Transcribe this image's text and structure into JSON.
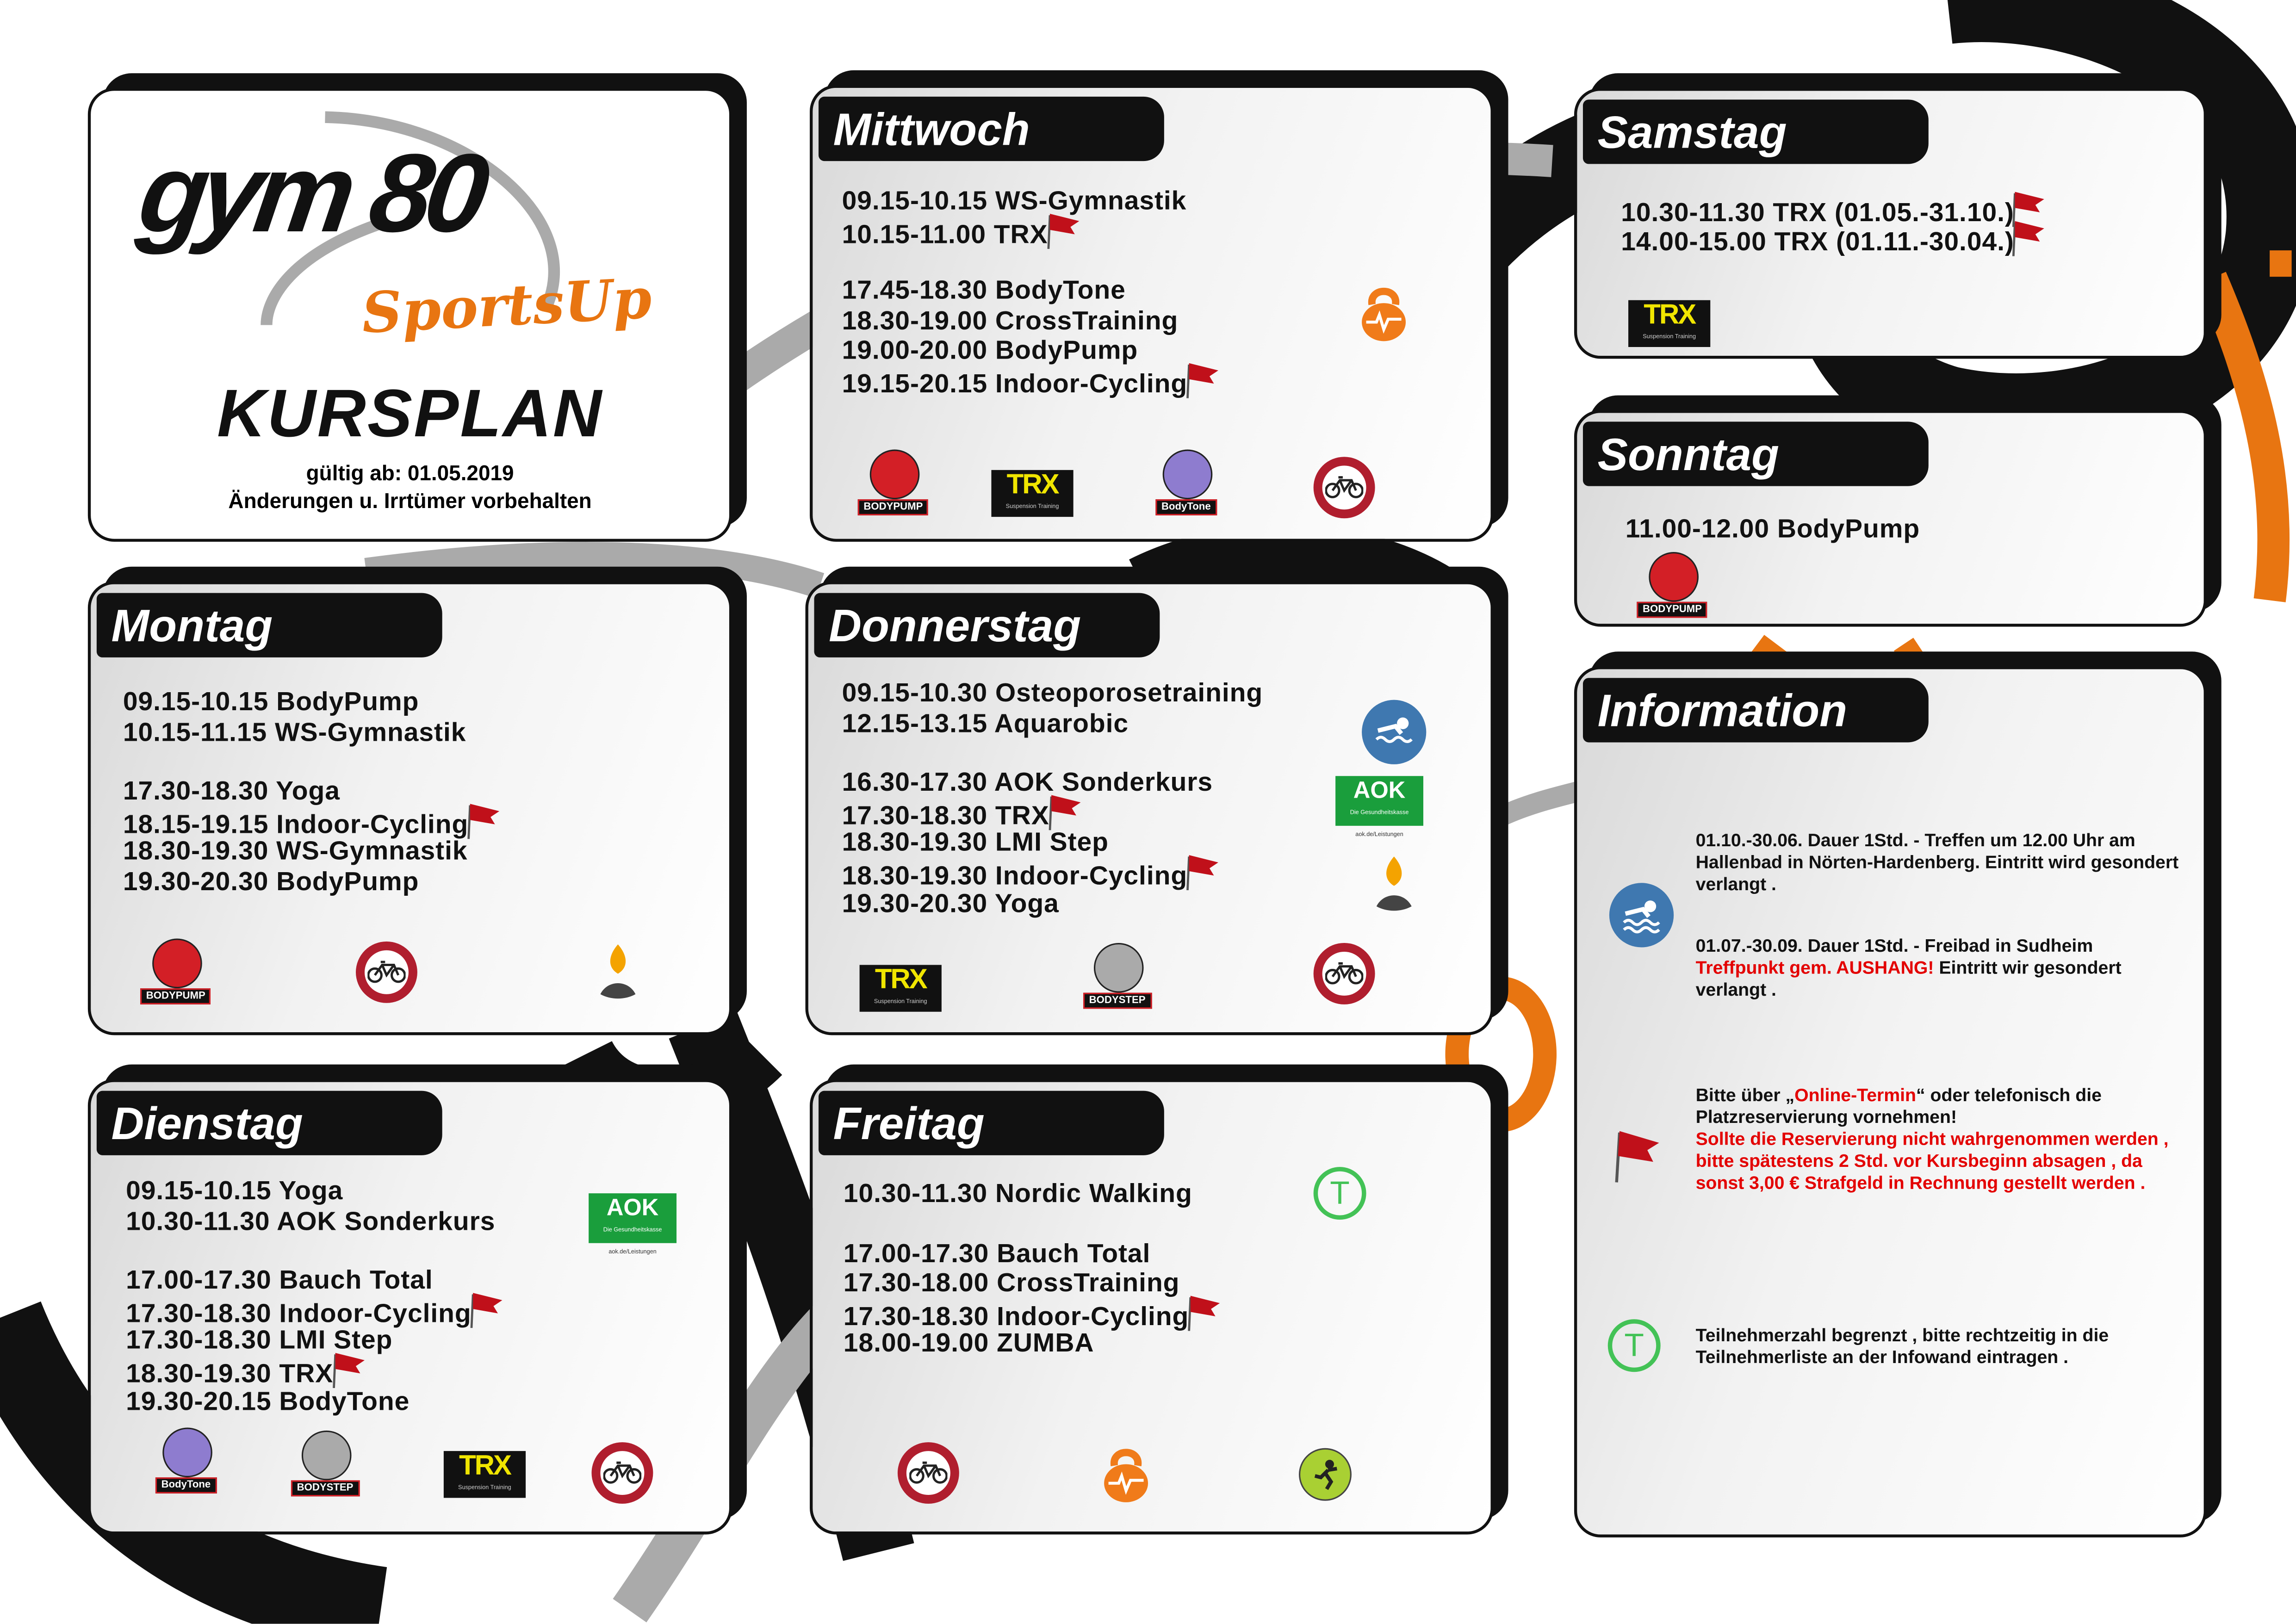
{
  "logo": {
    "brand": "gym 80",
    "sub": "SportsUp"
  },
  "header": {
    "title": "KURSPLAN",
    "valid": "gültig ab: 01.05.2019",
    "disclaimer": "Änderungen u. Irrtümer vorbehalten"
  },
  "badges": {
    "bodypump": "BODYPUMP",
    "trx": "TRX",
    "trx_sub": "Suspension Training",
    "bodytone": "BodyTone",
    "bodystep": "BODYSTEP",
    "aok": "AOK",
    "aok_sub": "Die Gesundheitskasse",
    "aok_link": "aok.de/Leistungen",
    "tee": "T"
  },
  "days": {
    "mittwoch": {
      "title": "Mittwoch",
      "lines": [
        {
          "t": "09.15-10.15 WS-Gymnastik"
        },
        {
          "t": "10.15-11.00 TRX",
          "flag": true
        },
        {
          "t": ""
        },
        {
          "t": "17.45-18.30 BodyTone"
        },
        {
          "t": "18.30-19.00 CrossTraining"
        },
        {
          "t": "19.00-20.00 BodyPump"
        },
        {
          "t": "19.15-20.15 Indoor-Cycling",
          "flag": true
        }
      ]
    },
    "samstag": {
      "title": "Samstag",
      "lines": [
        {
          "t": "10.30-11.30 TRX (01.05.-31.10.)",
          "flag": true
        },
        {
          "t": "14.00-15.00 TRX (01.11.-30.04.)",
          "flag": true
        }
      ]
    },
    "sonntag": {
      "title": "Sonntag",
      "lines": [
        {
          "t": "11.00-12.00 BodyPump"
        }
      ]
    },
    "montag": {
      "title": "Montag",
      "lines": [
        {
          "t": "09.15-10.15 BodyPump"
        },
        {
          "t": "10.15-11.15 WS-Gymnastik"
        },
        {
          "t": ""
        },
        {
          "t": "17.30-18.30 Yoga"
        },
        {
          "t": "18.15-19.15 Indoor-Cycling",
          "flag": true
        },
        {
          "t": "18.30-19.30 WS-Gymnastik"
        },
        {
          "t": "19.30-20.30 BodyPump"
        }
      ]
    },
    "donnerstag": {
      "title": "Donnerstag",
      "lines": [
        {
          "t": "09.15-10.30 Osteoporosetraining"
        },
        {
          "t": "12.15-13.15 Aquarobic"
        },
        {
          "t": ""
        },
        {
          "t": "16.30-17.30 AOK Sonderkurs"
        },
        {
          "t": "17.30-18.30 TRX",
          "flag": true
        },
        {
          "t": "18.30-19.30 LMI Step"
        },
        {
          "t": "18.30-19.30 Indoor-Cycling",
          "flag": true
        },
        {
          "t": "19.30-20.30 Yoga"
        }
      ]
    },
    "dienstag": {
      "title": "Dienstag",
      "lines": [
        {
          "t": "09.15-10.15 Yoga"
        },
        {
          "t": "10.30-11.30 AOK Sonderkurs"
        },
        {
          "t": ""
        },
        {
          "t": "17.00-17.30 Bauch Total"
        },
        {
          "t": "17.30-18.30 Indoor-Cycling",
          "flag": true
        },
        {
          "t": "17.30-18.30 LMI Step"
        },
        {
          "t": "18.30-19.30 TRX",
          "flag": true
        },
        {
          "t": "19.30-20.15 BodyTone"
        }
      ]
    },
    "freitag": {
      "title": "Freitag",
      "lines": [
        {
          "t": "10.30-11.30 Nordic Walking"
        },
        {
          "t": ""
        },
        {
          "t": "17.00-17.30 Bauch Total"
        },
        {
          "t": "17.30-18.00 CrossTraining"
        },
        {
          "t": "17.30-18.30 Indoor-Cycling",
          "flag": true
        },
        {
          "t": "18.00-19.00 ZUMBA"
        }
      ]
    }
  },
  "information": {
    "title": "Information",
    "swim_1": "01.10.-30.06. Dauer 1Std. - Treffen um 12.00 Uhr am Hallenbad in Nörten-Hardenberg. Eintritt wird gesondert verlangt .",
    "swim_2a": "01.07.-30.09. Dauer 1Std. -  Freibad in Sudheim",
    "swim_2b": "Treffpunkt gem. AUSHANG!",
    "swim_2c": " Eintritt wir gesondert verlangt .",
    "flag_a": "Bitte über „",
    "flag_b": "Online-Termin",
    "flag_c": "“ oder telefonisch die Platzreservierung vornehmen!",
    "flag_d": "Sollte die Reservierung nicht wahrgenommen werden , bitte spätestens 2 Std. vor Kursbeginn absagen , da sonst 3,00 € Strafgeld in Rechnung gestellt werden .",
    "tee_text": "Teilnehmerzahl begrenzt , bitte rechtzeitig in die Teilnehmerliste an der Infowand eintragen ."
  },
  "colors": {
    "accent_orange": "#e87511",
    "flag_red": "#c0101a",
    "text_red": "#e30000",
    "tee_green": "#43c256"
  }
}
